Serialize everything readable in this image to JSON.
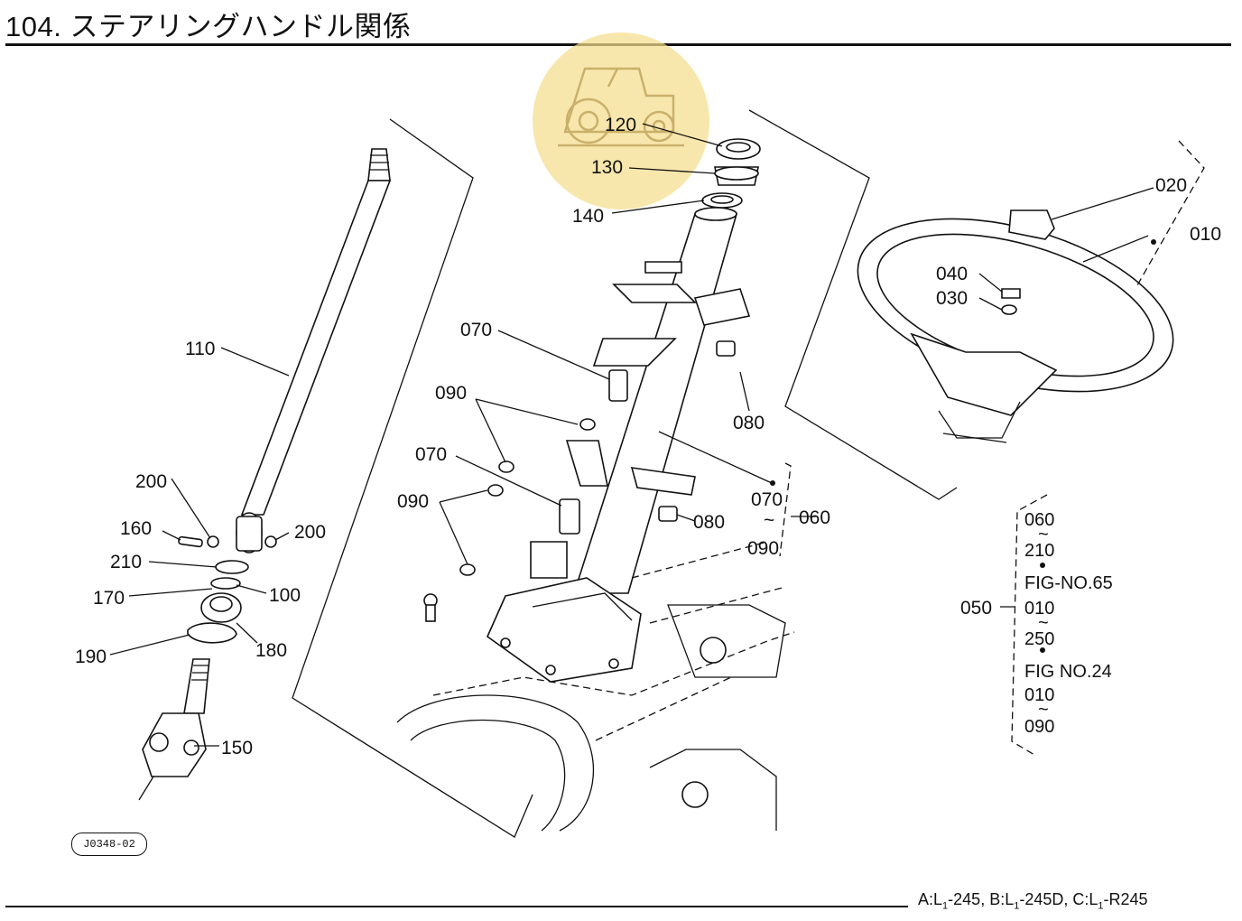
{
  "page": {
    "title": "104. ステアリングハンドル関係",
    "figure_code": "J0348-02",
    "models": [
      {
        "letter": "A:",
        "name": "L",
        "sub": "1",
        "suffix": "-245"
      },
      {
        "letter": "B:",
        "name": "L",
        "sub": "1",
        "suffix": "-245D"
      },
      {
        "letter": "C:",
        "name": "L",
        "sub": "1",
        "suffix": "-R245"
      }
    ]
  },
  "callouts": {
    "p010": "010",
    "p020": "020",
    "p030": "030",
    "p040": "040",
    "p070a": "070",
    "p070b": "070",
    "p070c": "070",
    "p080a": "080",
    "p080b": "080",
    "p090a": "090",
    "p090b": "090",
    "p090c": "090",
    "p060": "060",
    "p100": "100",
    "p110": "110",
    "p120": "120",
    "p130": "130",
    "p140": "140",
    "p150": "150",
    "p160": "160",
    "p170": "170",
    "p180": "180",
    "p190": "190",
    "p200a": "200",
    "p200b": "200",
    "p210": "210"
  },
  "assembly_ref": {
    "label": "050",
    "lines": [
      "060",
      "210",
      "FIG-NO.65",
      "010",
      "250",
      "FIG NO.24",
      "010",
      "090"
    ]
  },
  "icons": {
    "watermark": "tractor-logo-icon",
    "tilde": "range-tilde-icon"
  }
}
